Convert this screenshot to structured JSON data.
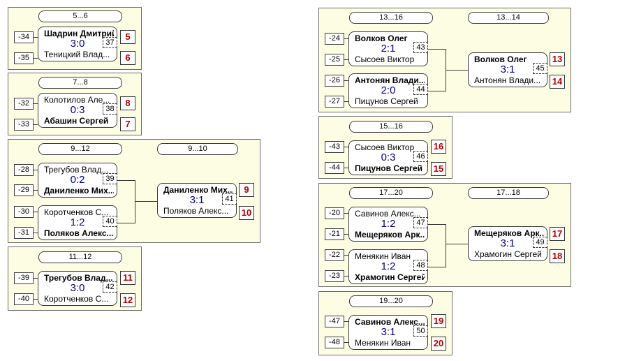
{
  "brackets": [
    {
      "id": "p5_6",
      "headers": [
        "5...6"
      ],
      "matches": [
        {
          "seeds": [
            "-34",
            "-35"
          ],
          "top": "Шадрин Дмитрий",
          "bot": "Теницкий Влад...",
          "winner": "top",
          "score": "3:0",
          "no": "37",
          "places": [
            "5",
            "6"
          ]
        }
      ]
    },
    {
      "id": "p7_8",
      "headers": [
        "7...8"
      ],
      "matches": [
        {
          "seeds": [
            "-32",
            "-33"
          ],
          "top": "Колотилов Але...",
          "bot": "Абашин Сергей",
          "winner": "bot",
          "score": "0:3",
          "no": "38",
          "places": [
            "8",
            "7"
          ]
        }
      ]
    },
    {
      "id": "p9_12",
      "headers": [
        "9...12",
        "9...10"
      ],
      "matches": [
        {
          "seeds": [
            "-28",
            "-29"
          ],
          "top": "Трегубов Влад...",
          "bot": "Даниленко Мих...",
          "winner": "bot",
          "score": "0:2",
          "no": "39"
        },
        {
          "seeds": [
            "-30",
            "-31"
          ],
          "top": "Коротченков С...",
          "bot": "Поляков Алекс...",
          "winner": "bot",
          "score": "1:2",
          "no": "40"
        },
        {
          "top": "Даниленко Мих...",
          "bot": "Поляков Алекс...",
          "winner": "top",
          "score": "3:1",
          "no": "41",
          "places": [
            "9",
            "10"
          ]
        }
      ]
    },
    {
      "id": "p11_12",
      "headers": [
        "11...12"
      ],
      "matches": [
        {
          "seeds": [
            "-39",
            "-40"
          ],
          "top": "Трегубов Влад...",
          "bot": "Коротченков С...",
          "winner": "top",
          "score": "3:0",
          "no": "42",
          "places": [
            "11",
            "12"
          ]
        }
      ]
    },
    {
      "id": "p13_16",
      "headers": [
        "13...16",
        "13...14"
      ],
      "matches": [
        {
          "seeds": [
            "-24",
            "-25"
          ],
          "top": "Волков Олег",
          "bot": "Сысоев Виктор",
          "winner": "top",
          "score": "2:1",
          "no": "43"
        },
        {
          "seeds": [
            "-26",
            "-27"
          ],
          "top": "Антонян Влади...",
          "bot": "Пицунов Сергей",
          "winner": "top",
          "score": "2:0",
          "no": "44"
        },
        {
          "top": "Волков Олег",
          "bot": "Антонян Влади...",
          "winner": "top",
          "score": "3:1",
          "no": "45",
          "places": [
            "13",
            "14"
          ]
        }
      ]
    },
    {
      "id": "p15_16",
      "headers": [
        "15...16"
      ],
      "matches": [
        {
          "seeds": [
            "-43",
            "-44"
          ],
          "top": "Сысоев Виктор",
          "bot": "Пицунов Сергей",
          "winner": "bot",
          "score": "0:3",
          "no": "46",
          "places": [
            "16",
            "15"
          ]
        }
      ]
    },
    {
      "id": "p17_20",
      "headers": [
        "17...20",
        "17...18"
      ],
      "matches": [
        {
          "seeds": [
            "-20",
            "-21"
          ],
          "top": "Савинов Алекс...",
          "bot": "Мещеряков Арк...",
          "winner": "bot",
          "score": "1:2",
          "no": "47"
        },
        {
          "seeds": [
            "-22",
            "-23"
          ],
          "top": "Менякин Иван",
          "bot": "Хрaмогин Сергей",
          "winner": "bot",
          "score": "1:2",
          "no": "48"
        },
        {
          "top": "Мещеряков Арк...",
          "bot": "Хрaмогин Сергей",
          "winner": "top",
          "score": "3:1",
          "no": "49",
          "places": [
            "17",
            "18"
          ]
        }
      ]
    },
    {
      "id": "p19_20",
      "headers": [
        "19...20"
      ],
      "matches": [
        {
          "seeds": [
            "-47",
            "-48"
          ],
          "top": "Савинов Алекс...",
          "bot": "Менякин Иван",
          "winner": "top",
          "score": "3:1",
          "no": "50",
          "places": [
            "19",
            "20"
          ]
        }
      ]
    }
  ]
}
